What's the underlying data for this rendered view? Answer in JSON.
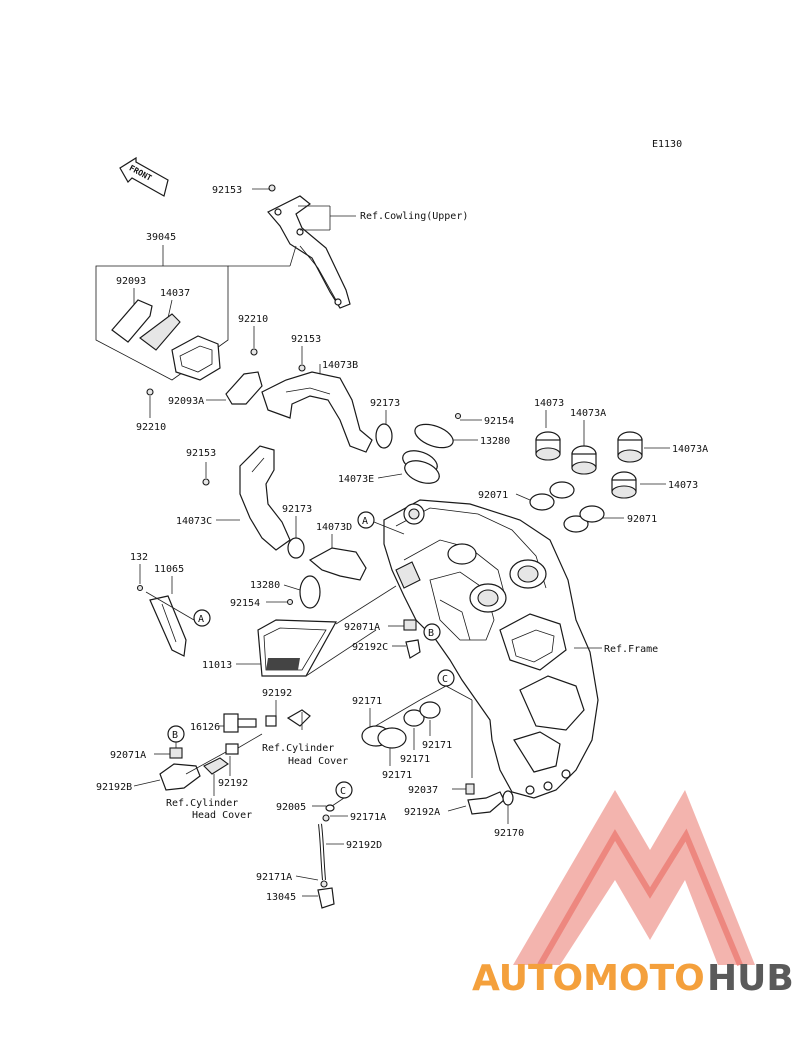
{
  "diagram_code": "E1130",
  "front_arrow_label": "FRONT",
  "references": {
    "cowling_upper": "Ref.Cowling(Upper)",
    "frame": "Ref.Frame",
    "cyl_head_cover_1_line1": "Ref.Cylinder",
    "cyl_head_cover_1_line2": "Head Cover",
    "cyl_head_cover_2_line1": "Ref.Cylinder",
    "cyl_head_cover_2_line2": "Head Cover"
  },
  "callouts": {
    "a": "A",
    "b": "B",
    "c": "C"
  },
  "parts": [
    "92153",
    "39045",
    "92093",
    "14037",
    "92210",
    "92153",
    "14073B",
    "92093A",
    "92210",
    "92173",
    "92154",
    "13280",
    "14073E",
    "92153",
    "14073",
    "14073A",
    "14073A",
    "14073",
    "92071",
    "92071",
    "14073C",
    "92173",
    "14073D",
    "132",
    "11065",
    "13280",
    "92154",
    "92071A",
    "92192C",
    "11013",
    "92192",
    "16126",
    "92071A",
    "92192B",
    "92192",
    "92171",
    "92171",
    "92171",
    "92171",
    "92037",
    "92192A",
    "92170",
    "92005",
    "92171A",
    "92192D",
    "92171A",
    "13045"
  ],
  "watermark": {
    "brand_part1": "AUTOMOTO",
    "brand_part2": "HUB",
    "color_red": "#e8625a",
    "color_orange": "#f4a03c",
    "color_gray": "#5a5a5a"
  }
}
